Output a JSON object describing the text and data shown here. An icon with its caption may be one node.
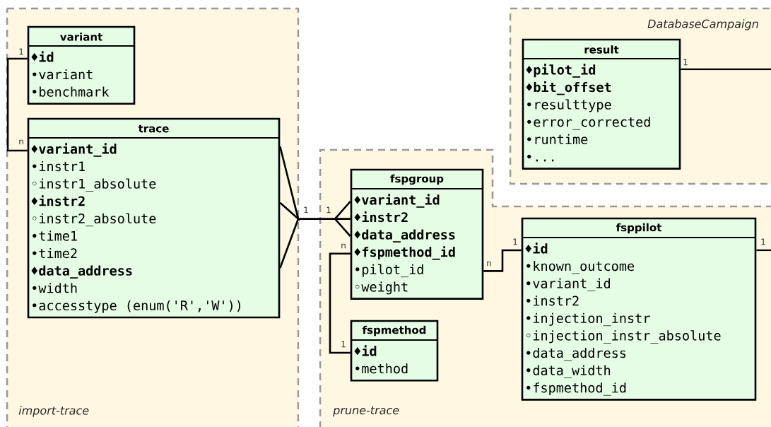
{
  "diagram": {
    "nodes": [
      {
        "text": [
          "import-trace"
        ]
      },
      {
        "text": [
          "variant",
          "♦**id**",
          "•variant",
          "•benchmark"
        ],
        "in": 0
      },
      {
        "text": [
          "trace",
          "♦**variant_id**",
          "•instr1",
          "◦instr1_absolute",
          "♦**instr2**",
          "◦instr2_absolute",
          "•time1",
          "•time2",
          "♦**data_address**",
          "•width",
          "•accesstype (enum('R','W'))"
        ],
        "in": 0
      },
      {
        "text": [
          "DatabaseCampaign"
        ]
      },
      {
        "text": [
          "result",
          "♦**pilot_id**",
          "♦**bit_offset**",
          "•resulttype",
          "•error_corrected",
          "•runtime",
          "•..."
        ],
        "in": 3
      },
      {
        "text": [
          "prune-trace"
        ]
      },
      {
        "text": [
          "fspgroup",
          "♦**variant_id**",
          "♦**instr2**",
          "♦**data_address**",
          "♦**fspmethod_id**",
          "•pilot_id",
          "◦weight"
        ],
        "in": 5
      },
      {
        "text": [
          "fspmethod",
          "♦**id**",
          "•method"
        ],
        "in": 5
      },
      {
        "text": [
          "fsppilot",
          "♦**id**",
          "•known_outcome",
          "•variant_id",
          "•instr2",
          "•injection_instr",
          "◦injection_instr_absolute",
          "•data_address",
          "•data_width",
          "•fspmethod_id"
        ],
        "in": 5
      }
    ],
    "edges": [
      {
        "from": 1,
        "to": 2,
        "arrow": "none"
      },
      {
        "from": 2,
        "to": 6,
        "arrow": "none"
      },
      {
        "from": 6,
        "to": 7,
        "arrow": "none"
      },
      {
        "from": 6,
        "to": 8,
        "arrow": "none"
      },
      {
        "from": 8,
        "to": null,
        "arrow": "none"
      },
      {
        "from": 4,
        "to": null,
        "arrow": "none"
      }
    ],
    "labels": [
      "1",
      "1",
      "n",
      "1",
      "1",
      "1",
      "1",
      "n",
      "n",
      "1"
    ]
  }
}
